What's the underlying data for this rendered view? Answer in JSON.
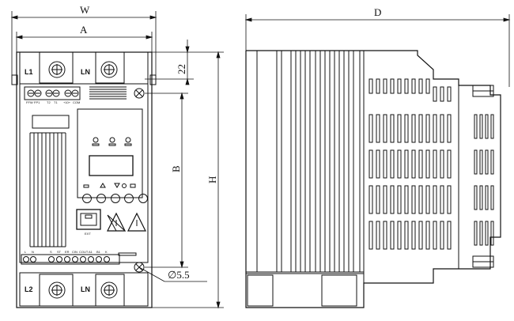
{
  "dimensions": {
    "W": "W",
    "A": "A",
    "D": "D",
    "H": "H",
    "B": "B",
    "d22": "22",
    "hole": "∅5.5"
  },
  "terminals": {
    "top_left": "L1",
    "top_right": "LN",
    "bottom_left": "L2",
    "bottom_right": "LN"
  },
  "panel": {
    "ext_label": "EXT",
    "top_row_labels": [
      "FFW",
      "FP1",
      "T2",
      "T1",
      "+10+",
      "COM"
    ],
    "bottom_row_labels": [
      "L",
      "N",
      "S",
      "ST",
      "ER",
      "CIN",
      "COUT",
      "A1",
      "B1",
      "K"
    ]
  }
}
